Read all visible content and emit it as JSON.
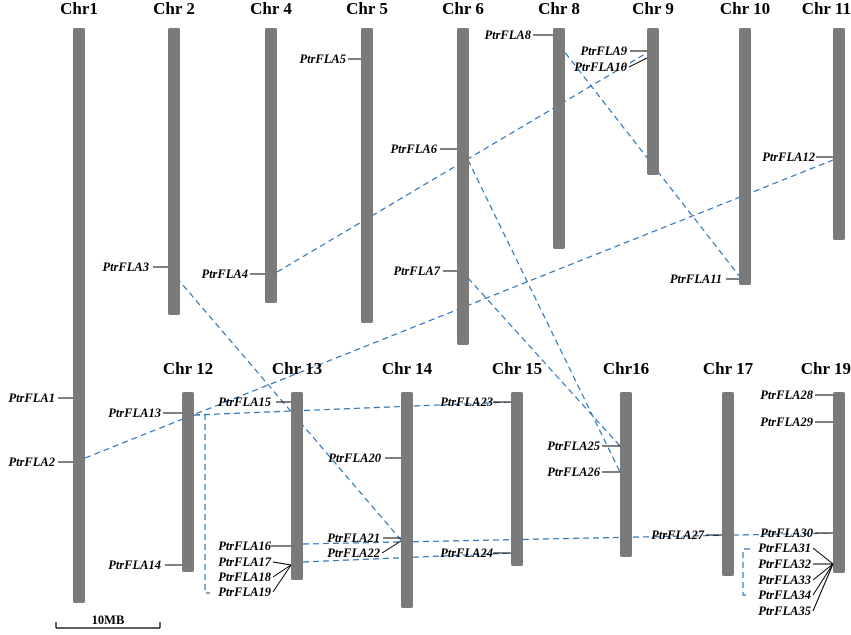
{
  "chromosomes": [
    {
      "id": "chr1",
      "label": "Chr1"
    },
    {
      "id": "chr2",
      "label": "Chr 2"
    },
    {
      "id": "chr4",
      "label": "Chr 4"
    },
    {
      "id": "chr5",
      "label": "Chr 5"
    },
    {
      "id": "chr6",
      "label": "Chr 6"
    },
    {
      "id": "chr8",
      "label": "Chr 8"
    },
    {
      "id": "chr9",
      "label": "Chr 9"
    },
    {
      "id": "chr10",
      "label": "Chr 10"
    },
    {
      "id": "chr11",
      "label": "Chr 11"
    },
    {
      "id": "chr12",
      "label": "Chr 12"
    },
    {
      "id": "chr13",
      "label": "Chr 13"
    },
    {
      "id": "chr14",
      "label": "Chr 14"
    },
    {
      "id": "chr15",
      "label": "Chr 15"
    },
    {
      "id": "chr16",
      "label": "Chr16"
    },
    {
      "id": "chr17",
      "label": "Chr 17"
    },
    {
      "id": "chr19",
      "label": "Chr 19"
    }
  ],
  "genes": [
    {
      "id": "g1",
      "label": "PtrFLA1",
      "chr": "chr1"
    },
    {
      "id": "g2",
      "label": "PtrFLA2",
      "chr": "chr1"
    },
    {
      "id": "g3",
      "label": "PtrFLA3",
      "chr": "chr2"
    },
    {
      "id": "g4",
      "label": "PtrFLA4",
      "chr": "chr4"
    },
    {
      "id": "g5",
      "label": "PtrFLA5",
      "chr": "chr5"
    },
    {
      "id": "g6",
      "label": "PtrFLA6",
      "chr": "chr6"
    },
    {
      "id": "g7",
      "label": "PtrFLA7",
      "chr": "chr6"
    },
    {
      "id": "g8",
      "label": "PtrFLA8",
      "chr": "chr8"
    },
    {
      "id": "g9",
      "label": "PtrFLA9",
      "chr": "chr9"
    },
    {
      "id": "g10",
      "label": "PtrFLA10",
      "chr": "chr9"
    },
    {
      "id": "g11",
      "label": "PtrFLA11",
      "chr": "chr10"
    },
    {
      "id": "g12",
      "label": "PtrFLA12",
      "chr": "chr11"
    },
    {
      "id": "g13",
      "label": "PtrFLA13",
      "chr": "chr12"
    },
    {
      "id": "g14",
      "label": "PtrFLA14",
      "chr": "chr12"
    },
    {
      "id": "g15",
      "label": "PtrFLA15",
      "chr": "chr13"
    },
    {
      "id": "g16",
      "label": "PtrFLA16",
      "chr": "chr13"
    },
    {
      "id": "g17",
      "label": "PtrFLA17",
      "chr": "chr13"
    },
    {
      "id": "g18",
      "label": "PtrFLA18",
      "chr": "chr13"
    },
    {
      "id": "g19",
      "label": "PtrFLA19",
      "chr": "chr13"
    },
    {
      "id": "g20",
      "label": "PtrFLA20",
      "chr": "chr14"
    },
    {
      "id": "g21",
      "label": "PtrFLA21",
      "chr": "chr14"
    },
    {
      "id": "g22",
      "label": "PtrFLA22",
      "chr": "chr14"
    },
    {
      "id": "g23",
      "label": "PtrFLA23",
      "chr": "chr15"
    },
    {
      "id": "g24",
      "label": "PtrFLA24",
      "chr": "chr15"
    },
    {
      "id": "g25",
      "label": "PtrFLA25",
      "chr": "chr16"
    },
    {
      "id": "g26",
      "label": "PtrFLA26",
      "chr": "chr16"
    },
    {
      "id": "g27",
      "label": "PtrFLA27",
      "chr": "chr17"
    },
    {
      "id": "g28",
      "label": "PtrFLA28",
      "chr": "chr19"
    },
    {
      "id": "g29",
      "label": "PtrFLA29",
      "chr": "chr19"
    },
    {
      "id": "g30",
      "label": "PtrFLA30",
      "chr": "chr19"
    },
    {
      "id": "g31",
      "label": "PtrFLA31",
      "chr": "chr19"
    },
    {
      "id": "g32",
      "label": "PtrFLA32",
      "chr": "chr19"
    },
    {
      "id": "g33",
      "label": "PtrFLA33",
      "chr": "chr19"
    },
    {
      "id": "g34",
      "label": "PtrFLA34",
      "chr": "chr19"
    },
    {
      "id": "g35",
      "label": "PtrFLA35",
      "chr": "chr19"
    }
  ],
  "duplication_links": [
    [
      "g2",
      "g12"
    ],
    [
      "g3",
      "g21"
    ],
    [
      "g4",
      "g9"
    ],
    [
      "g6",
      "g26"
    ],
    [
      "g7",
      "g25"
    ],
    [
      "g8",
      "g11"
    ],
    [
      "g13",
      "g23"
    ],
    [
      "g13",
      "g19"
    ],
    [
      "g16",
      "g30"
    ],
    [
      "g17",
      "g24"
    ],
    [
      "g31",
      "g34"
    ]
  ],
  "link_color": "#2e74b8",
  "chromosome_color": "#7a7a7a",
  "scale_bar": {
    "label": "10MB"
  }
}
